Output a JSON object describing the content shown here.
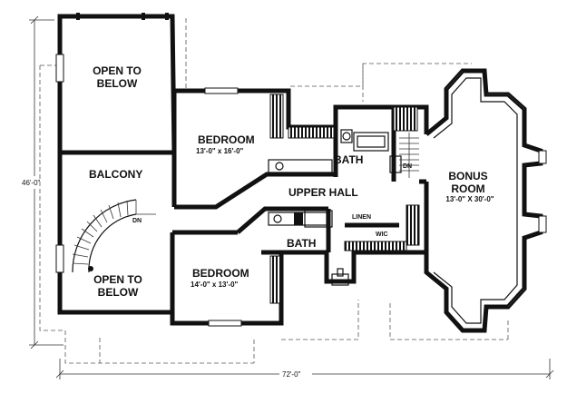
{
  "rooms": {
    "open_below_top_1": "OPEN TO",
    "open_below_top_2": "BELOW",
    "bedroom1_name": "BEDROOM",
    "bedroom1_size": "13'-0\" x 16'-0\"",
    "bath1": "BATH",
    "balcony": "BALCONY",
    "dn_stair": "DN",
    "upper_hall": "UPPER HALL",
    "dn_hall": "DN",
    "bonus_1": "BONUS",
    "bonus_2": "ROOM",
    "bonus_size": "13'-0\" X 30'-0\"",
    "linen": "LINEN",
    "wic": "WIC",
    "bath2": "BATH",
    "open_below_bottom_1": "OPEN TO",
    "open_below_bottom_2": "BELOW",
    "bedroom2_name": "BEDROOM",
    "bedroom2_size": "14'-0\" x 13'-0\""
  },
  "dimensions": {
    "depth": "46'-0\"",
    "width": "72'-0\""
  }
}
